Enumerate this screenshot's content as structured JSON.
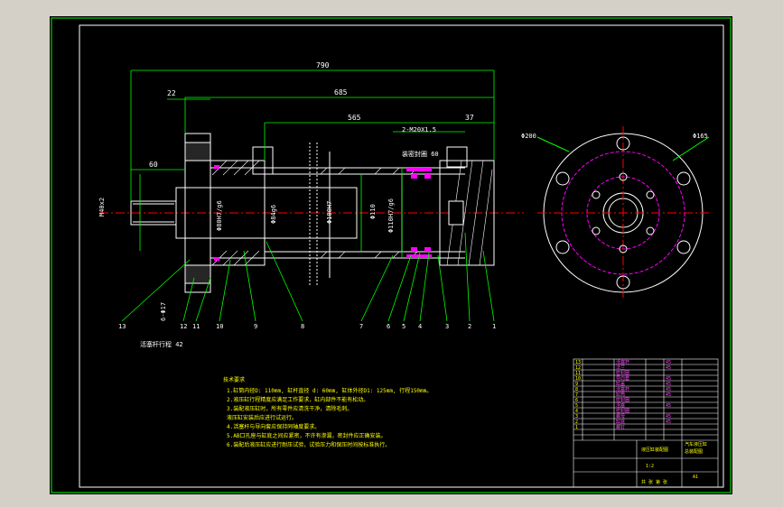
{
  "colors": {
    "background": "#000000",
    "outline": "#ffffff",
    "dimension": "#00ff00",
    "leader": "#00ff00",
    "centerline": "#ff0000",
    "hidden": "#ff00ff",
    "notes": "#ffff00",
    "frame": "#ffffff"
  },
  "dimensions": {
    "overall": "790",
    "d22": "22",
    "d685": "685",
    "d565": "565",
    "d37": "37",
    "d60": "60",
    "thread": "2-M20X1.5",
    "port_depth": "装密封圈 60",
    "rod": "M40x2",
    "d_rod": "Φ80H7/g6",
    "d_phi50": "Φ84g6",
    "d_bore": "Φ100H7",
    "d_piston": "Φ110H7/g6",
    "d_right": "Φ110",
    "flange_hole": "6-Φ17",
    "bottom_label": "活塞杆行程 42",
    "pcd": "Φ200",
    "od": "Φ165"
  },
  "part_labels": [
    "13",
    "12",
    "11",
    "10",
    "9",
    "8",
    "7",
    "6",
    "5",
    "4",
    "3",
    "2",
    "1"
  ],
  "notes_title": "技术要求",
  "notes": [
    "1.缸筒内径D: 110mm, 缸杆直径 d: 60mm, 缸体外径D1: 125mm, 行程150mm。",
    "2.液压缸行程精度应满足工作要求，缸内部件不能有松动。",
    "3.装配液压缸时，所有零件应清洗干净，清除毛刺。",
    "  液压缸安装后应进行试运行。",
    "4.活塞杆与导向套应保持同轴度要求。",
    "5.AB口孔座与缸底之间应紧密，不许有渗漏，密封件应正确安装。",
    "6.装配后液压缸应进行耐压试验，试验压力和保压时间按标准执行。"
  ],
  "title_block": {
    "rows": [
      [
        "13",
        "活塞杆",
        "1",
        "45"
      ],
      [
        "12",
        "法兰",
        "1",
        "45"
      ],
      [
        "11",
        "密封圈",
        "1",
        ""
      ],
      [
        "10",
        "导向套",
        "1",
        "45"
      ],
      [
        "9",
        "缸盖",
        "1",
        "45"
      ],
      [
        "8",
        "活塞杆",
        "1",
        "45"
      ],
      [
        "7",
        "缸筒",
        "1",
        "45"
      ],
      [
        "6",
        "密封圈",
        "1",
        ""
      ],
      [
        "5",
        "活塞",
        "1",
        "45"
      ],
      [
        "4",
        "密封圈",
        "1",
        ""
      ],
      [
        "3",
        "螺母",
        "1",
        "45"
      ],
      [
        "2",
        "缸底",
        "1",
        "45"
      ],
      [
        "1",
        "螺钉",
        "1",
        ""
      ]
    ],
    "title_main": "汽车液压缸",
    "title_sub": "总装配图",
    "drawing_name": "液压缸装配图",
    "sheet": "A1",
    "scale": "1:2",
    "footer": "共 张 第 张"
  }
}
